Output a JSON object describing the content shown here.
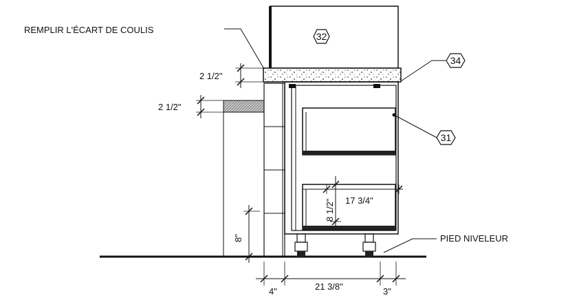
{
  "annotations": {
    "grout_gap": "REMPLIR L'ÉCART DE COULIS",
    "leveling_foot": "PIED NIVELEUR"
  },
  "tags": {
    "equipment": "32",
    "countertop": "34",
    "cabinet": "31"
  },
  "dimensions": {
    "top_thickness": "2 1/2\"",
    "side_step": "2 1/2\"",
    "tray_height": "8 1/2\"",
    "tray_depth": "17 3/4\"",
    "toe_height": "8\"",
    "wall_offset": "4\"",
    "cabinet_depth": "21 3/8\"",
    "overhang": "3\""
  },
  "colors": {
    "line": "#111111",
    "hatch": "#8c8c8c",
    "background": "#ffffff"
  }
}
